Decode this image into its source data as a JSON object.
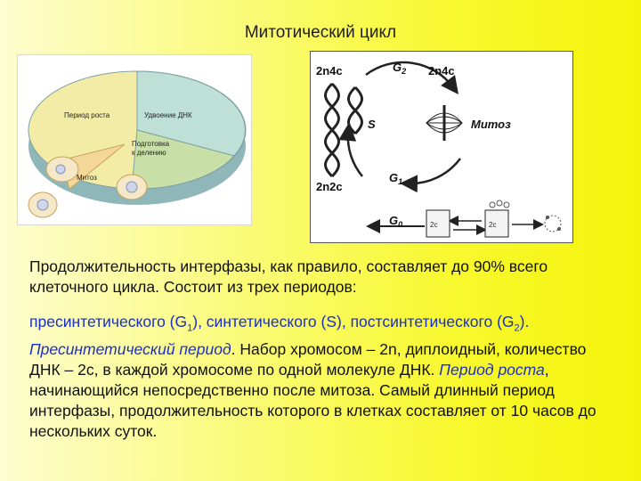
{
  "title": "Митотический цикл",
  "left_diagram": {
    "labels": {
      "growth": "Период роста",
      "dna": "Удвоение ДНК",
      "prep_line1": "Подготовка",
      "prep_line2": "к делению",
      "mitosis": "Митоз"
    },
    "colors": {
      "growth": "#f2eca6",
      "dna": "#bfe0d6",
      "prep": "#c9dfa8",
      "rim": "#8fb7b9"
    }
  },
  "right_diagram": {
    "labels": {
      "top_left": "2n4c",
      "top_right": "2n4c",
      "mid_left": "2n2c",
      "s": "S",
      "mitosis": "Митоз",
      "g2": "G",
      "g2_sub": "2",
      "g1": "G",
      "g1_sub": "1",
      "g0": "G",
      "g0_sub": "0",
      "box1": "2c",
      "box2": "2c"
    }
  },
  "text": {
    "p1": "Продолжительность интерфазы, как правило, составляет до 90% всего клеточного цикла. Состоит из трех периодов:",
    "p2_a": "пресинтетического (G",
    "p2_a_sub": "1",
    "p2_b": "), синтетического (S), постсинтетического (G",
    "p2_b_sub": "2",
    "p2_c": ").",
    "p2_term1": "Пресинтетический период",
    "p2_d": ". Набор хромосом – 2n, диплоидный, количество ДНК – 2с, в каждой хромосоме по одной молекуле ДНК.",
    "p2_term2": "Период роста",
    "p2_e": ", начинающийся непосредственно после митоза. Самый длинный период интерфазы, продолжительность которого в клетках составляет от 10 часов до нескольких суток."
  }
}
